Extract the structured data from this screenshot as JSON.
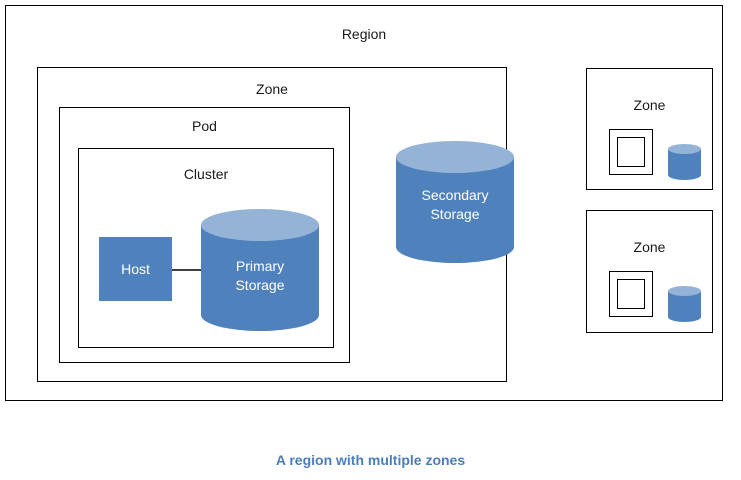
{
  "diagram": {
    "caption": "A region with multiple zones",
    "region": {
      "label": "Region",
      "zone_main": {
        "label": "Zone",
        "pod": {
          "label": "Pod",
          "cluster": {
            "label": "Cluster",
            "host": {
              "label": "Host"
            },
            "primary_storage": {
              "line1": "Primary",
              "line2": "Storage"
            }
          }
        },
        "secondary_storage": {
          "line1": "Secondary",
          "line2": "Storage"
        }
      },
      "mini_zones": [
        {
          "label": "Zone"
        },
        {
          "label": "Zone"
        }
      ]
    }
  },
  "colors": {
    "shape_fill": "#4F81BD",
    "shape_top": "#95B3D7",
    "outline": "#000000",
    "caption": "#4A7EBB",
    "label_text": "#1A1A1A",
    "shape_text": "#FFFFFF",
    "connector": "#3F3F3F",
    "background": "#FFFFFF"
  }
}
